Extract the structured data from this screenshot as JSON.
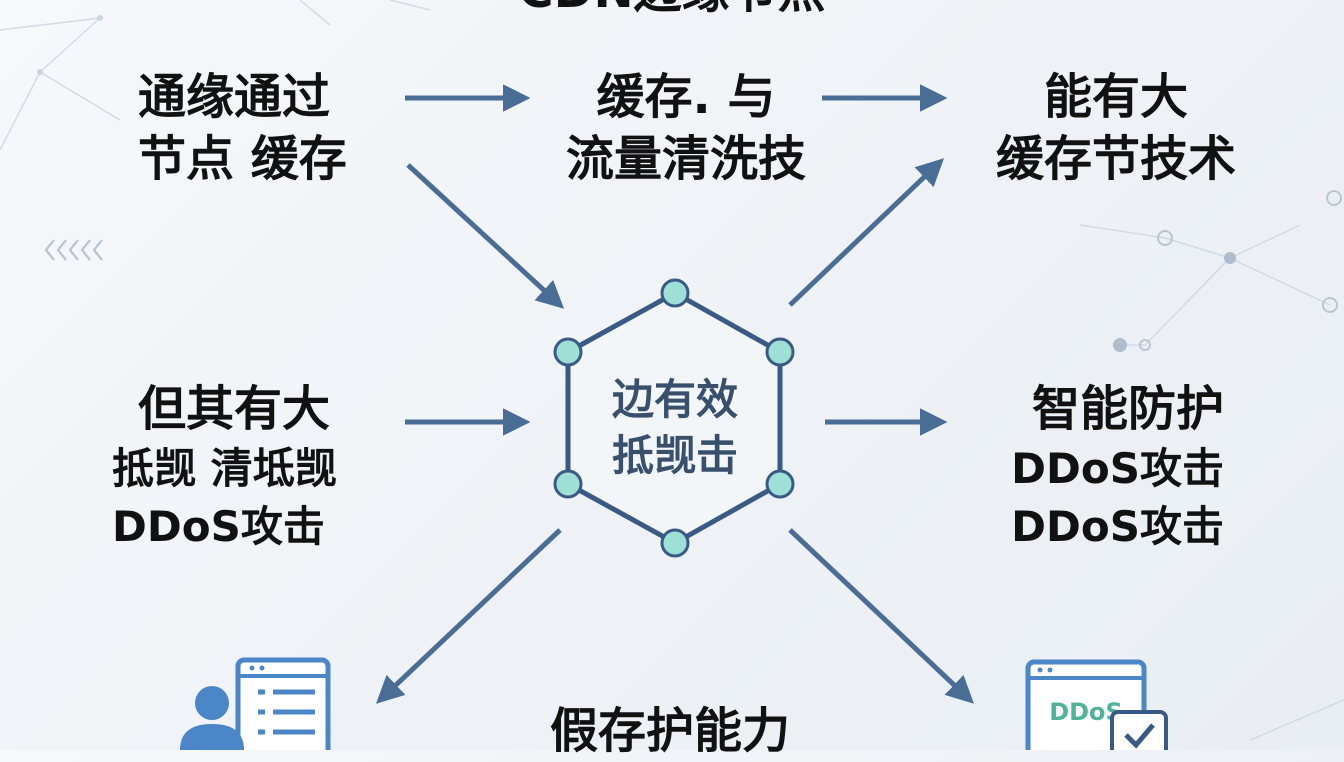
{
  "title": "CDN边缘节点",
  "nodes": {
    "top_left": [
      "通缘通过",
      "节点 缓存"
    ],
    "top_center": [
      "缓存. 与",
      "流量清洗技"
    ],
    "top_right": [
      "能有大",
      "缓存节技术"
    ],
    "mid_left": [
      "但其有大",
      "抵觊 清坻觊",
      "DDoS攻击"
    ],
    "hub": [
      "边有效",
      "抵觊击"
    ],
    "mid_right": [
      "智能防护",
      "DDoS攻击",
      "DDoS攻击"
    ],
    "bottom_center": "假存护能力"
  },
  "icons": {
    "bottom_left": "user-document-icon",
    "bottom_right": "ddos-shield-check-icon",
    "bottom_right_text": "DDoS"
  },
  "colors": {
    "arrow": "#4a6d96",
    "hub_stroke": "#3a5a86",
    "hub_node": "#9fe0d6",
    "icon_blue": "#4a86c8"
  }
}
